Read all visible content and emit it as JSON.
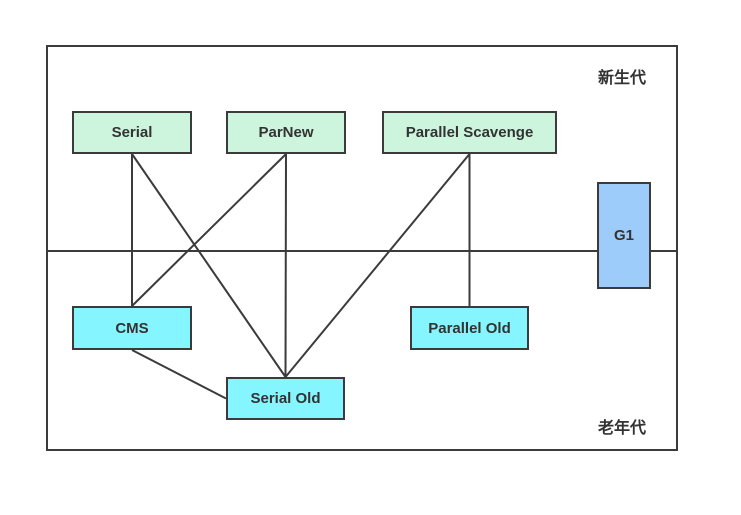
{
  "diagram": {
    "regions": [
      {
        "id": "young",
        "label": "新生代"
      },
      {
        "id": "old",
        "label": "老年代"
      }
    ],
    "nodes": [
      {
        "id": "serial",
        "label": "Serial",
        "fill": "#cdf5dd"
      },
      {
        "id": "parnew",
        "label": "ParNew",
        "fill": "#cdf5dd"
      },
      {
        "id": "parallel-scavenge",
        "label": "Parallel Scavenge",
        "fill": "#cdf5dd"
      },
      {
        "id": "g1",
        "label": "G1",
        "fill": "#9dccfb"
      },
      {
        "id": "cms",
        "label": "CMS",
        "fill": "#85f6ff"
      },
      {
        "id": "parallel-old",
        "label": "Parallel Old",
        "fill": "#85f6ff"
      },
      {
        "id": "serial-old",
        "label": "Serial Old",
        "fill": "#85f6ff"
      }
    ],
    "edges": [
      {
        "from": "serial",
        "fromSide": "bottom",
        "to": "cms",
        "toSide": "top"
      },
      {
        "from": "serial",
        "fromSide": "bottom",
        "to": "serial-old",
        "toSide": "top"
      },
      {
        "from": "parnew",
        "fromSide": "bottom",
        "to": "cms",
        "toSide": "top"
      },
      {
        "from": "parnew",
        "fromSide": "bottom",
        "to": "serial-old",
        "toSide": "top"
      },
      {
        "from": "parallel-scavenge",
        "fromSide": "bottom",
        "to": "serial-old",
        "toSide": "top"
      },
      {
        "from": "parallel-scavenge",
        "fromSide": "bottom",
        "to": "parallel-old",
        "toSide": "top"
      },
      {
        "from": "cms",
        "fromSide": "bottom",
        "to": "serial-old",
        "toSide": "left"
      }
    ],
    "colors": {
      "line": "#3b3b3b",
      "border": "#3b3b3b",
      "text": "#333333",
      "node_green": "#cdf5dd",
      "node_cyan": "#85f6ff",
      "node_blue": "#9dccfb"
    }
  }
}
